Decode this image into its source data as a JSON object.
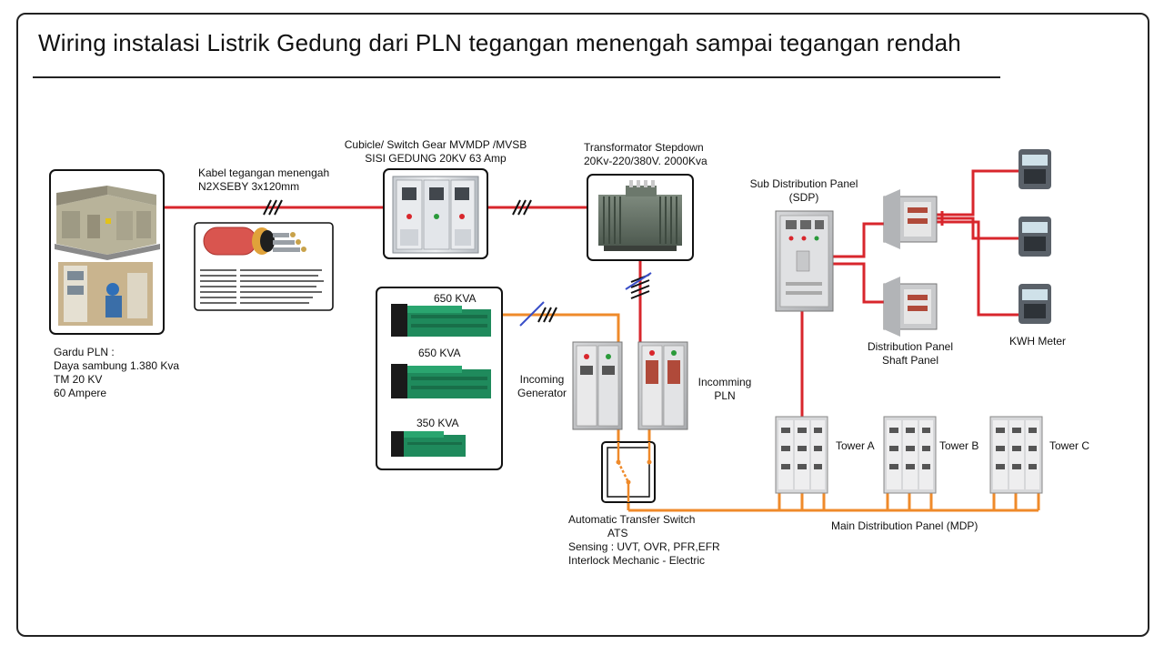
{
  "title": "Wiring instalasi Listrik Gedung dari PLN tegangan menengah sampai tegangan rendah",
  "gardu": {
    "lines": [
      "Gardu PLN :",
      "Daya sambung 1.380 Kva",
      "TM 20 KV",
      "60 Ampere"
    ]
  },
  "cable": {
    "lines": [
      "Kabel tegangan menengah",
      "N2XSEBY 3x120mm"
    ]
  },
  "cubicle": {
    "lines": [
      "Cubicle/ Switch Gear MVMDP /MVSB",
      "SISI GEDUNG 20KV 63 Amp"
    ]
  },
  "transformer": {
    "lines": [
      "Transformator Stepdown",
      "20Kv-220/380V. 2000Kva"
    ]
  },
  "generators": [
    {
      "label": "650 KVA"
    },
    {
      "label": "650 KVA"
    },
    {
      "label": "350 KVA"
    }
  ],
  "incoming_generator": {
    "lines": [
      "Incoming",
      "Generator"
    ]
  },
  "incoming_pln": {
    "lines": [
      "Incomming",
      "PLN"
    ]
  },
  "ats": {
    "lines": [
      "Automatic Transfer Switch",
      "ATS",
      "Sensing : UVT, OVR, PFR,EFR",
      "Interlock Mechanic - Electric"
    ]
  },
  "sdp": {
    "lines": [
      "Sub Distribution Panel",
      "(SDP)"
    ]
  },
  "distribution_panel": {
    "lines": [
      "Distribution Panel",
      "Shaft Panel"
    ]
  },
  "kwh_meter": {
    "label": "KWH Meter"
  },
  "towers": [
    {
      "label": "Tower A"
    },
    {
      "label": "Tower B"
    },
    {
      "label": "Tower C"
    }
  ],
  "mdp": {
    "label": "Main Distribution Panel (MDP)"
  },
  "colors": {
    "mv_line": "#d8262c",
    "lv_line": "#ef8a2a",
    "frame": "#222222"
  }
}
